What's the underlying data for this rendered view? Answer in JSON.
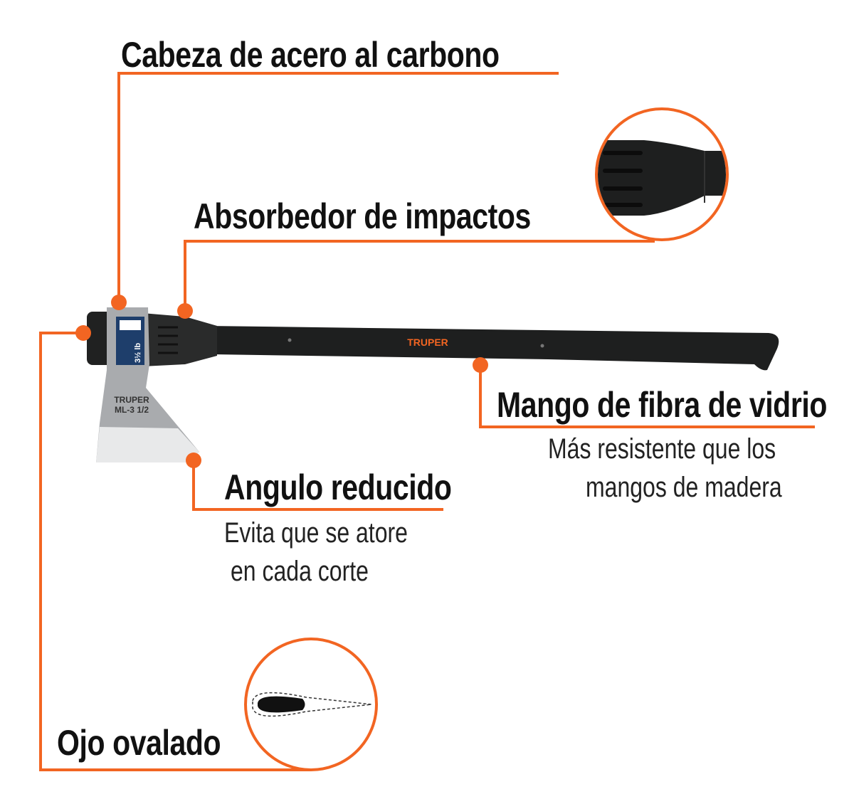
{
  "colors": {
    "accent": "#f26522",
    "handle": "#1e1f1f",
    "steel": "#a9abae"
  },
  "callouts": {
    "head": {
      "title": "Cabeza de acero al carbono"
    },
    "shock": {
      "title": "Absorbedor de impactos"
    },
    "handle": {
      "title": "Mango de fibra de vidrio",
      "desc_line1": "Más resistente que los",
      "desc_line2": "mangos de madera"
    },
    "angle": {
      "title": "Angulo reducido",
      "desc_line1": "Evita que se atore",
      "desc_line2": "en cada corte"
    },
    "eye": {
      "title": "Ojo ovalado"
    }
  },
  "product": {
    "brand": "TRUPER",
    "model": "ML-3 1/2",
    "label_weight": "3½ lb"
  }
}
